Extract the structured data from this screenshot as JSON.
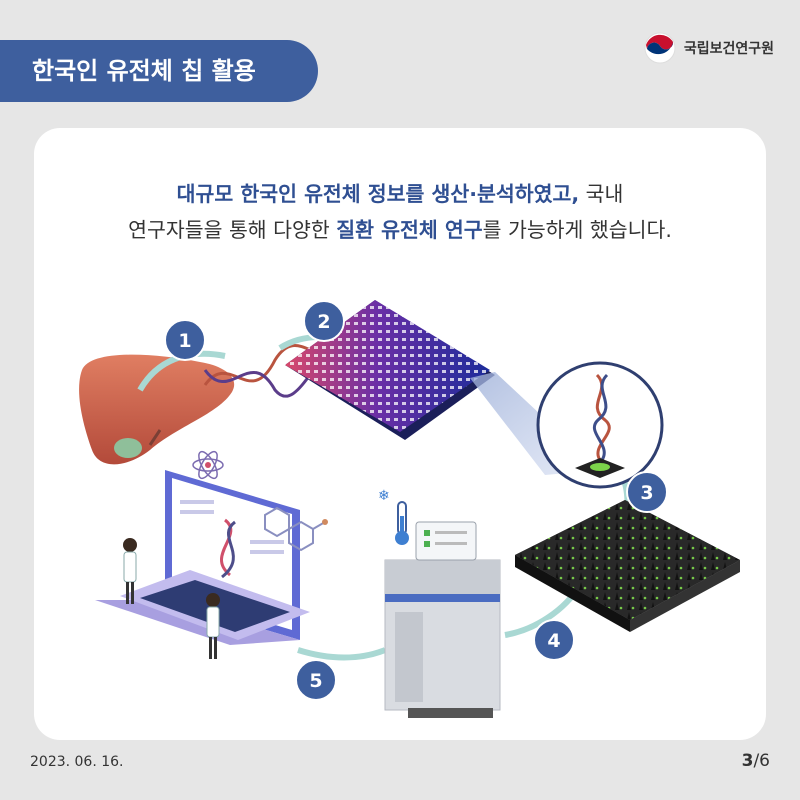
{
  "header": {
    "title": "한국인 유전체 칩 활용"
  },
  "agency": {
    "name": "국립보건연구원"
  },
  "headline": {
    "line1_highlight": "대규모 한국인 유전체 정보를 생산·분석하였고,",
    "line1_rest": " 국내",
    "line2_start": "연구자들을 통해 다양한 ",
    "line2_highlight": "질환 유전체 연구",
    "line2_end": "를 가능하게 했습니다."
  },
  "steps": [
    "1",
    "2",
    "3",
    "4",
    "5"
  ],
  "footer": {
    "date": "2023. 06. 16.",
    "page_current": "3",
    "page_total": "/6"
  },
  "colors": {
    "accent": "#3e5f9e",
    "highlight": "#2f4f92",
    "arrow": "#a9d8d3",
    "background": "#e6e6e6"
  }
}
